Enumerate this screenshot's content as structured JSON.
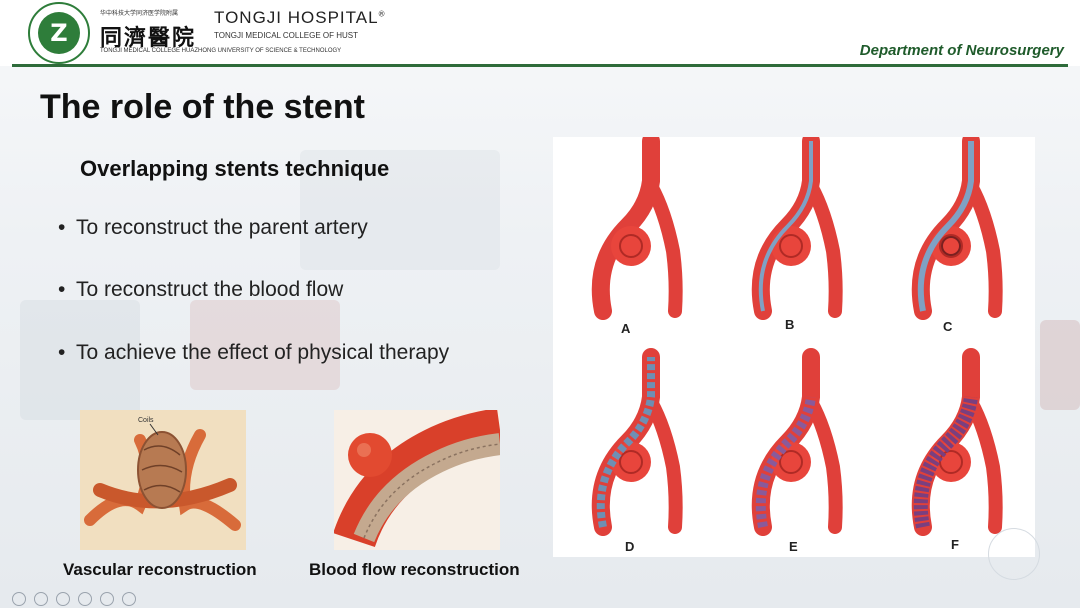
{
  "header": {
    "chinese_small": "华中科技大学同济医学院附属",
    "chinese_name": "同濟醫院",
    "hospital_name": "TONGJI HOSPITAL",
    "registered_mark": "®",
    "affiliation": "TONGJI MEDICAL COLLEGE OF HUST",
    "university": "TONGJI MEDICAL COLLEGE HUAZHONG UNIVERSITY OF SCIENCE & TECHNOLOGY",
    "department": "Department of Neurosurgery",
    "logo_text": "Z",
    "brand_color": "#2e6b3a"
  },
  "slide": {
    "title": "The role of the stent",
    "subtitle": "Overlapping stents technique",
    "bullets": [
      "To reconstruct the parent artery",
      "To reconstruct the blood flow",
      "To achieve the effect of physical therapy"
    ],
    "bullet_symbol": "•",
    "images": [
      {
        "caption": "Vascular reconstruction",
        "inner_label": "Coils"
      },
      {
        "caption": "Blood flow reconstruction"
      }
    ],
    "panel_labels": [
      "A",
      "B",
      "C",
      "D",
      "E",
      "F"
    ]
  }
}
